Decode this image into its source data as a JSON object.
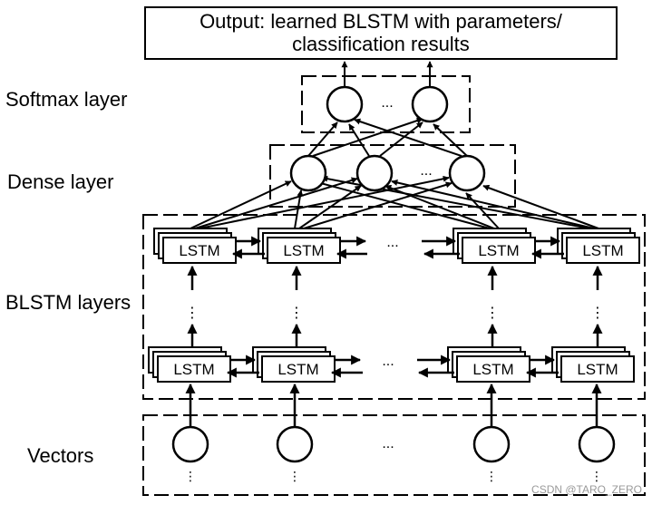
{
  "output_box": {
    "line1": "Output: learned BLSTM with parameters/",
    "line2": "classification results"
  },
  "layers": {
    "softmax": "Softmax  layer",
    "dense": "Dense layer",
    "blstm": "BLSTM layers",
    "vectors": "Vectors"
  },
  "cell_label": "LSTM",
  "ellipsis": "...",
  "vdots": "⋮",
  "watermark": "CSDN @TARO_ZERO"
}
